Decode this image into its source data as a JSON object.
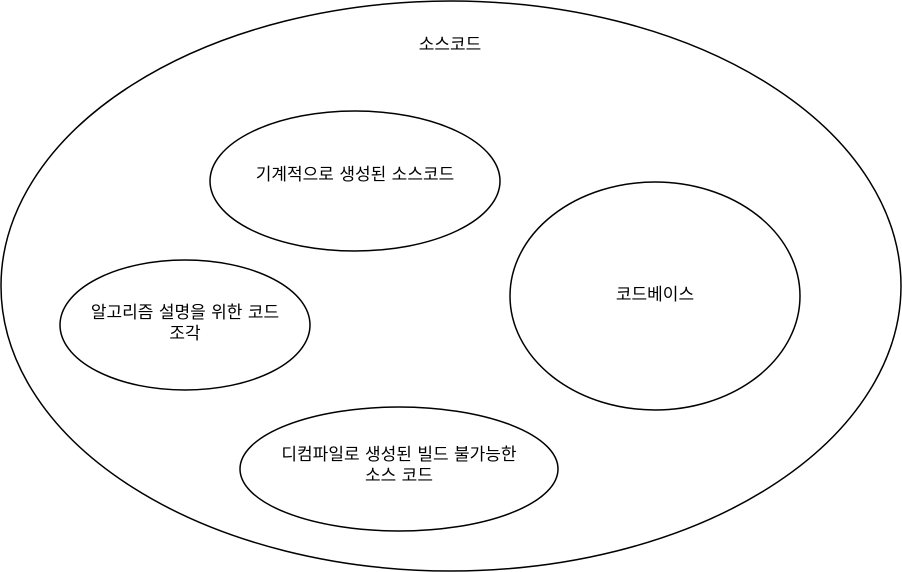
{
  "diagram": {
    "outer": {
      "label": "소스코드"
    },
    "circles": [
      {
        "id": "machine-generated",
        "label": "기계적으로 생성된 소스코드"
      },
      {
        "id": "codebase",
        "label": "코드베이스"
      },
      {
        "id": "algorithm-snippet",
        "label": "알고리즘 설명을 위한 코드\n조각"
      },
      {
        "id": "decompiled",
        "label": "디컴파일로 생성된 빌드 불가능한\n소스 코드"
      }
    ],
    "colors": {
      "stroke": "#000000",
      "fill": "#ffffff",
      "text": "#000000"
    }
  }
}
